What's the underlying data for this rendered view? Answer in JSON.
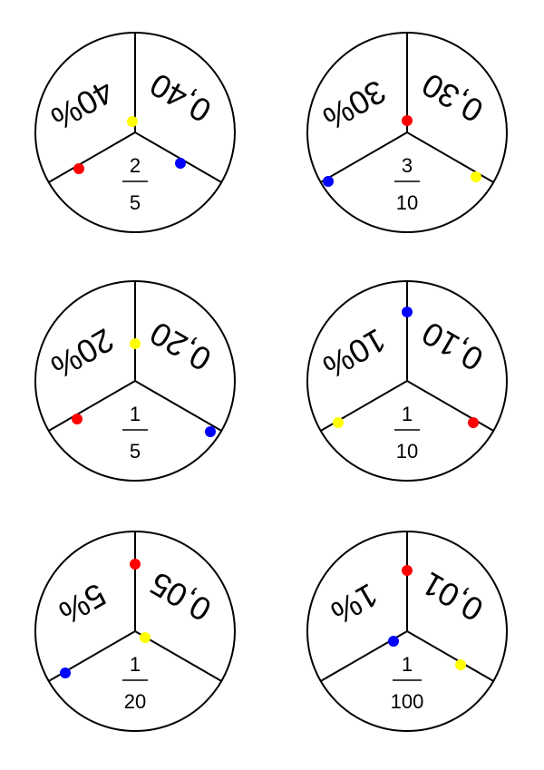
{
  "colors": {
    "red": "#ff0000",
    "yellow": "#ffff00",
    "blue": "#0000ff",
    "line": "#000000"
  },
  "wheels": [
    {
      "fraction_numerator": "2",
      "fraction_denominator": "5",
      "decimal": "0,40",
      "percent": "40%",
      "dots": [
        "yellow",
        "blue",
        "red"
      ]
    },
    {
      "fraction_numerator": "3",
      "fraction_denominator": "10",
      "decimal": "0,30",
      "percent": "30%",
      "dots": [
        "red",
        "yellow",
        "blue"
      ]
    },
    {
      "fraction_numerator": "1",
      "fraction_denominator": "5",
      "decimal": "0,20",
      "percent": "20%",
      "dots": [
        "yellow",
        "blue",
        "red"
      ]
    },
    {
      "fraction_numerator": "1",
      "fraction_denominator": "10",
      "decimal": "0,10",
      "percent": "10%",
      "dots": [
        "blue",
        "red",
        "yellow"
      ]
    },
    {
      "fraction_numerator": "1",
      "fraction_denominator": "20",
      "decimal": "0,05",
      "percent": "5%",
      "dots": [
        "red",
        "yellow",
        "blue"
      ]
    },
    {
      "fraction_numerator": "1",
      "fraction_denominator": "100",
      "decimal": "0,01",
      "percent": "1%",
      "dots": [
        "red",
        "yellow",
        "blue"
      ]
    }
  ]
}
